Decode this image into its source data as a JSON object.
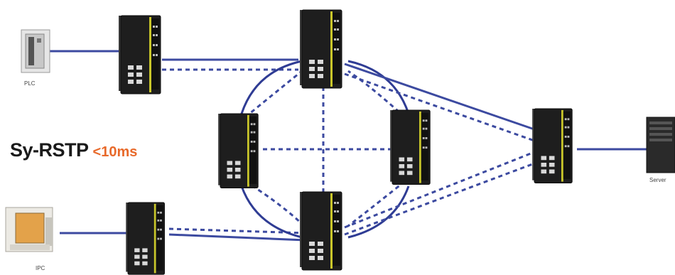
{
  "title": {
    "protocol": "Sy-RSTP",
    "latency": "<10ms"
  },
  "devices": {
    "plc": {
      "label": "PLC"
    },
    "ipc": {
      "label": "IPC"
    },
    "server": {
      "label": "Server"
    }
  },
  "colors": {
    "link": "#3c4aa0",
    "latency_accent": "#e8692a",
    "switch_body": "#1e1e1e",
    "switch_stripe": "#c9c62a"
  }
}
